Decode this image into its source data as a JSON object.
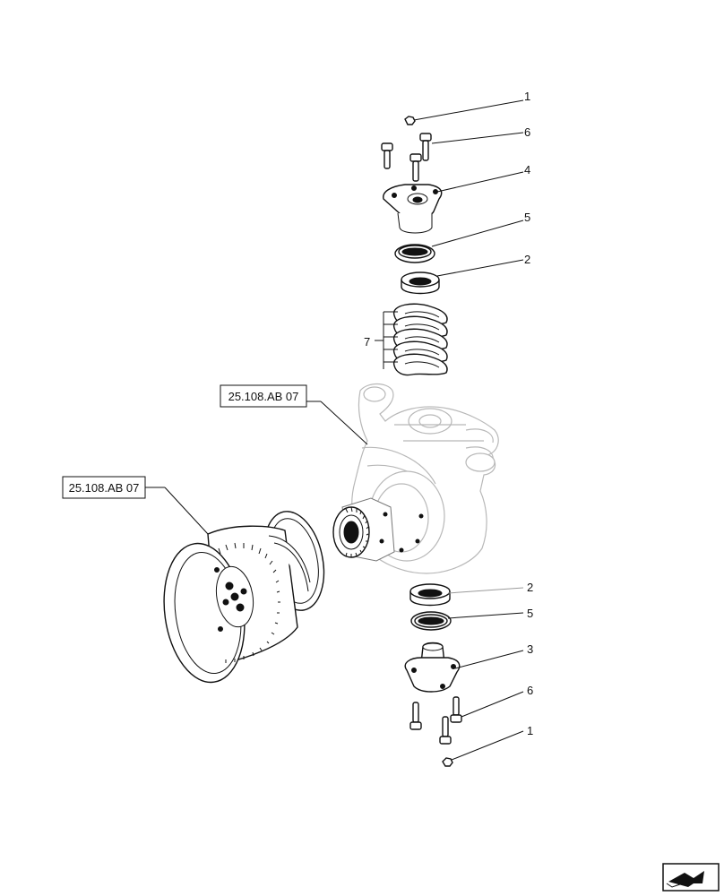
{
  "callouts": {
    "c1_top": "1",
    "c6_top": "6",
    "c4": "4",
    "c5_top": "5",
    "c2_top": "2",
    "c7": "7",
    "c2_bottom": "2",
    "c5_bottom": "5",
    "c3": "3",
    "c6_bottom": "6",
    "c1_bottom": "1"
  },
  "references": {
    "knuckle_ref": "25.108.AB 07",
    "hub_ref": "25.108.AB 07"
  },
  "nav_icon": "next-page-arrow-icon"
}
